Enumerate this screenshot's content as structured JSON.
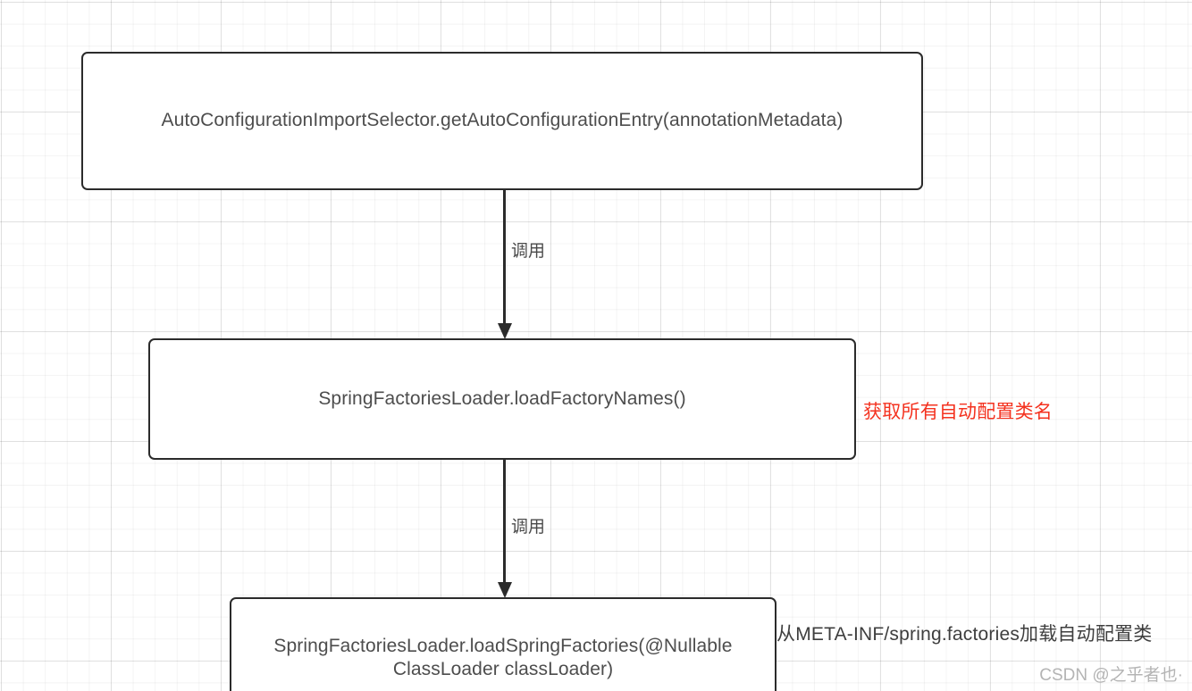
{
  "diagram": {
    "background": {
      "grid": "graph-paper",
      "grid_minor_color": "#ebebeb",
      "grid_major_color": "#e0e0e0",
      "canvas_color": "#ffffff"
    },
    "nodes": [
      {
        "id": "node-1",
        "label": "AutoConfigurationImportSelector.getAutoConfigurationEntry(annotationMetadata)",
        "border_color": "#2b2b2b",
        "text_color": "#4d4d4d"
      },
      {
        "id": "node-2",
        "label": "SpringFactoriesLoader.loadFactoryNames()",
        "border_color": "#2b2b2b",
        "text_color": "#4d4d4d"
      },
      {
        "id": "node-3",
        "label": "SpringFactoriesLoader.loadSpringFactories(@Nullable ClassLoader classLoader)",
        "border_color": "#2b2b2b",
        "text_color": "#4d4d4d"
      }
    ],
    "edges": [
      {
        "id": "edge-1",
        "label": "调用",
        "from": "node-1",
        "to": "node-2"
      },
      {
        "id": "edge-2",
        "label": "调用",
        "from": "node-2",
        "to": "node-3"
      }
    ],
    "annotations": [
      {
        "id": "anno-1",
        "text": "获取所有自动配置类名",
        "color": "#f4321f"
      },
      {
        "id": "anno-2",
        "text": "从META-INF/spring.factories加载自动配置类",
        "color": "#3e3e3e"
      }
    ],
    "watermark": {
      "text": "CSDN @之乎者也·",
      "color": "#b4b4b4"
    }
  }
}
